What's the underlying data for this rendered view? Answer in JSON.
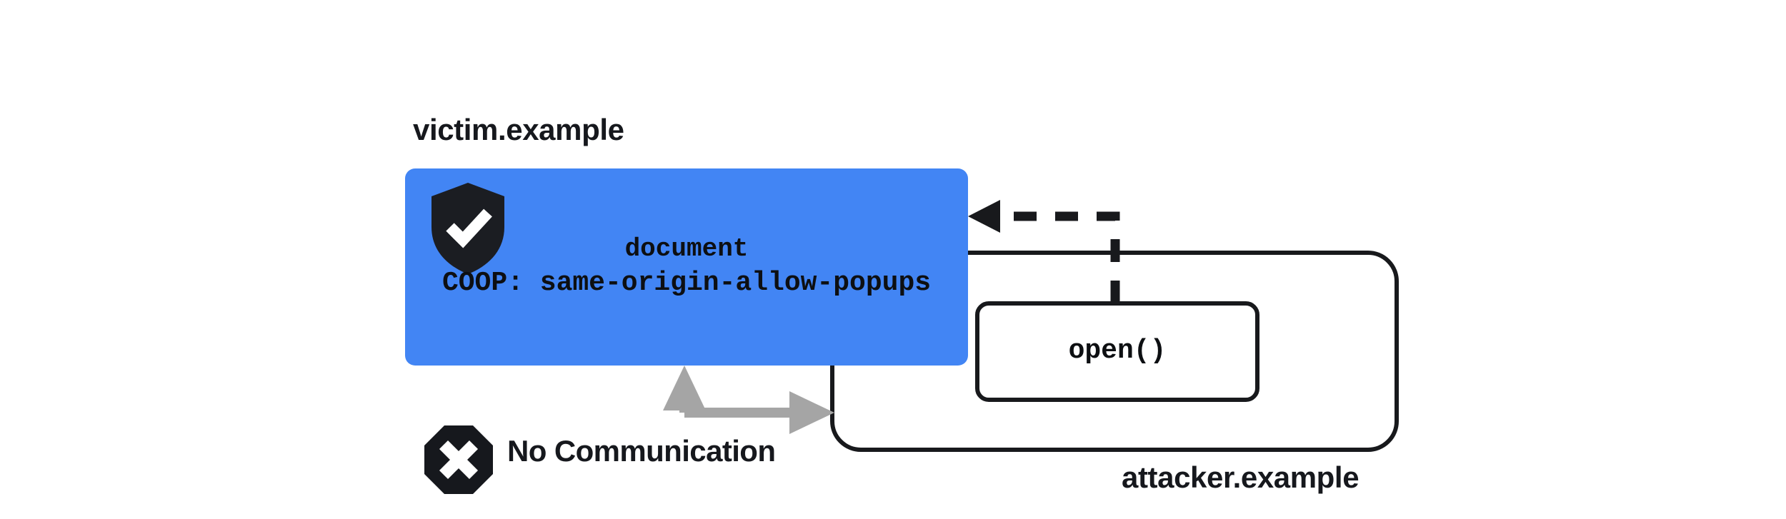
{
  "diagram": {
    "title_origins": {
      "victim": "victim.example",
      "attacker": "attacker.example"
    },
    "victim_box": {
      "icon": "shield-check-icon",
      "line1": "document",
      "line2": "COOP: same-origin-allow-popups",
      "fill_color": "#4285F4"
    },
    "attacker_box": {
      "child_label": "open()"
    },
    "no_communication": {
      "icon": "octagon-x-icon",
      "label": "No Communication",
      "arrow_color": "#a5a5a5"
    },
    "opener_arrow": {
      "style": "dashed",
      "color": "#18191c"
    }
  }
}
